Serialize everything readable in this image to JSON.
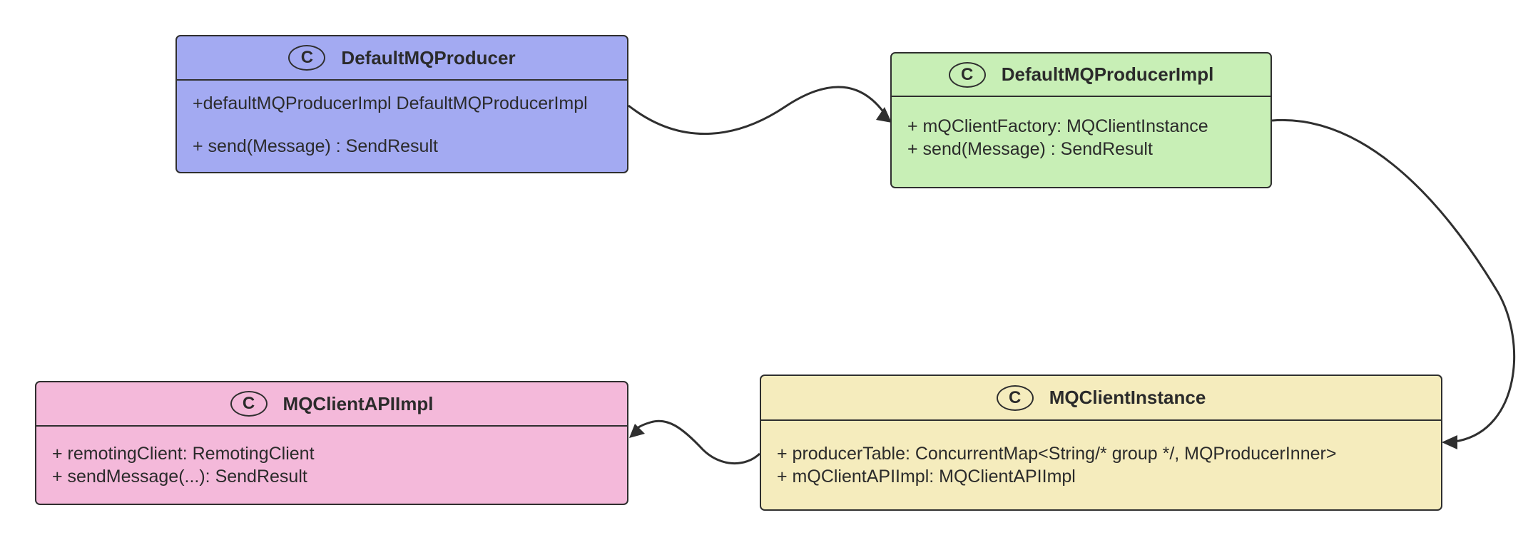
{
  "diagram": {
    "classes": {
      "default_mq_producer": {
        "badge": "C",
        "name": "DefaultMQProducer",
        "fill": "#a3aaf2",
        "members": [
          "+defaultMQProducerImpl DefaultMQProducerImpl",
          "+ send(Message) : SendResult"
        ]
      },
      "default_mq_producer_impl": {
        "badge": "C",
        "name": "DefaultMQProducerImpl",
        "fill": "#c8efb6",
        "members": [
          "+ mQClientFactory: MQClientInstance",
          "+ send(Message) : SendResult"
        ]
      },
      "mq_client_instance": {
        "badge": "C",
        "name": "MQClientInstance",
        "fill": "#f5ecbd",
        "members": [
          "+ producerTable: ConcurrentMap<String/* group */, MQProducerInner>",
          "+ mQClientAPIImpl: MQClientAPIImpl"
        ]
      },
      "mq_client_api_impl": {
        "badge": "C",
        "name": "MQClientAPIImpl",
        "fill": "#f4b9da",
        "members": [
          "+ remotingClient: RemotingClient",
          "+ sendMessage(...): SendResult"
        ]
      }
    },
    "edges": [
      {
        "from": "DefaultMQProducer",
        "to": "DefaultMQProducerImpl"
      },
      {
        "from": "DefaultMQProducerImpl",
        "to": "MQClientInstance"
      },
      {
        "from": "MQClientInstance",
        "to": "MQClientAPIImpl"
      }
    ],
    "line_color": "#2f2f2f"
  }
}
